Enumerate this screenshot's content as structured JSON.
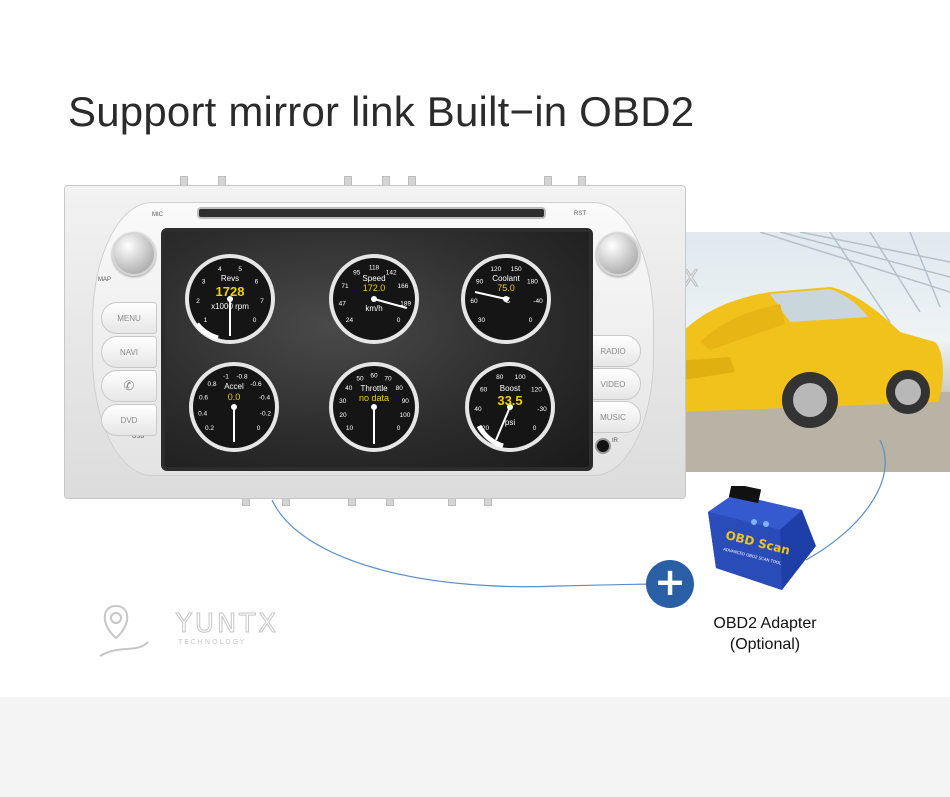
{
  "headline": "Support mirror link Built−in OBD2",
  "brand": {
    "logo_text": "YUNTX",
    "logo_subtext": "TECHNOLOGY"
  },
  "unit": {
    "mic_label": "MIC",
    "rst_label": "RST",
    "map_label": "MAP",
    "usb_label": "USB",
    "ir_label": "IR",
    "left_buttons": [
      "MENU",
      "NAVI",
      "✆",
      "DVD"
    ],
    "right_buttons": [
      "RADIO",
      "VIDEO",
      "MUSIC"
    ]
  },
  "gauges": [
    {
      "label": "Revs",
      "value": "1728",
      "unit": "x1000 rpm",
      "ticks": [
        "1",
        "2",
        "3",
        "4",
        "5",
        "6",
        "7",
        "0"
      ]
    },
    {
      "label": "Speed",
      "value": "172.0",
      "unit": "km/h",
      "ticks": [
        "24",
        "47",
        "71",
        "95",
        "118",
        "142",
        "166",
        "189",
        "0"
      ]
    },
    {
      "label": "Coolant",
      "value": "75.0",
      "unit": "°C",
      "ticks": [
        "30",
        "60",
        "90",
        "120",
        "150",
        "180",
        "-40",
        "0"
      ]
    },
    {
      "label": "Accel",
      "value": "0.0",
      "unit": "",
      "ticks": [
        "0.2",
        "0.4",
        "0.6",
        "0.8",
        "-1",
        "-0.8",
        "-0.6",
        "-0.4",
        "-0.2",
        "0"
      ]
    },
    {
      "label": "Throttle",
      "value": "no data",
      "unit": "",
      "ticks": [
        "10",
        "20",
        "30",
        "40",
        "50",
        "60",
        "70",
        "80",
        "90",
        "100",
        "0"
      ]
    },
    {
      "label": "Boost",
      "value": "33.5",
      "unit": "psi",
      "ticks": [
        "20",
        "40",
        "60",
        "80",
        "100",
        "120",
        "-30",
        "0"
      ]
    }
  ],
  "adapter": {
    "name": "OBD2 Adapter",
    "note": "(Optional)",
    "device_text": "OBD Scan",
    "device_subtext": "ADVANCED OBD2 SCAN TOOL"
  },
  "plus_symbol": "+",
  "colors": {
    "gauge_value": "#f0d000",
    "connector_line": "#5b8fc9",
    "plus_badge": "#2a5fa5",
    "adapter_body": "#2a4cb8"
  }
}
